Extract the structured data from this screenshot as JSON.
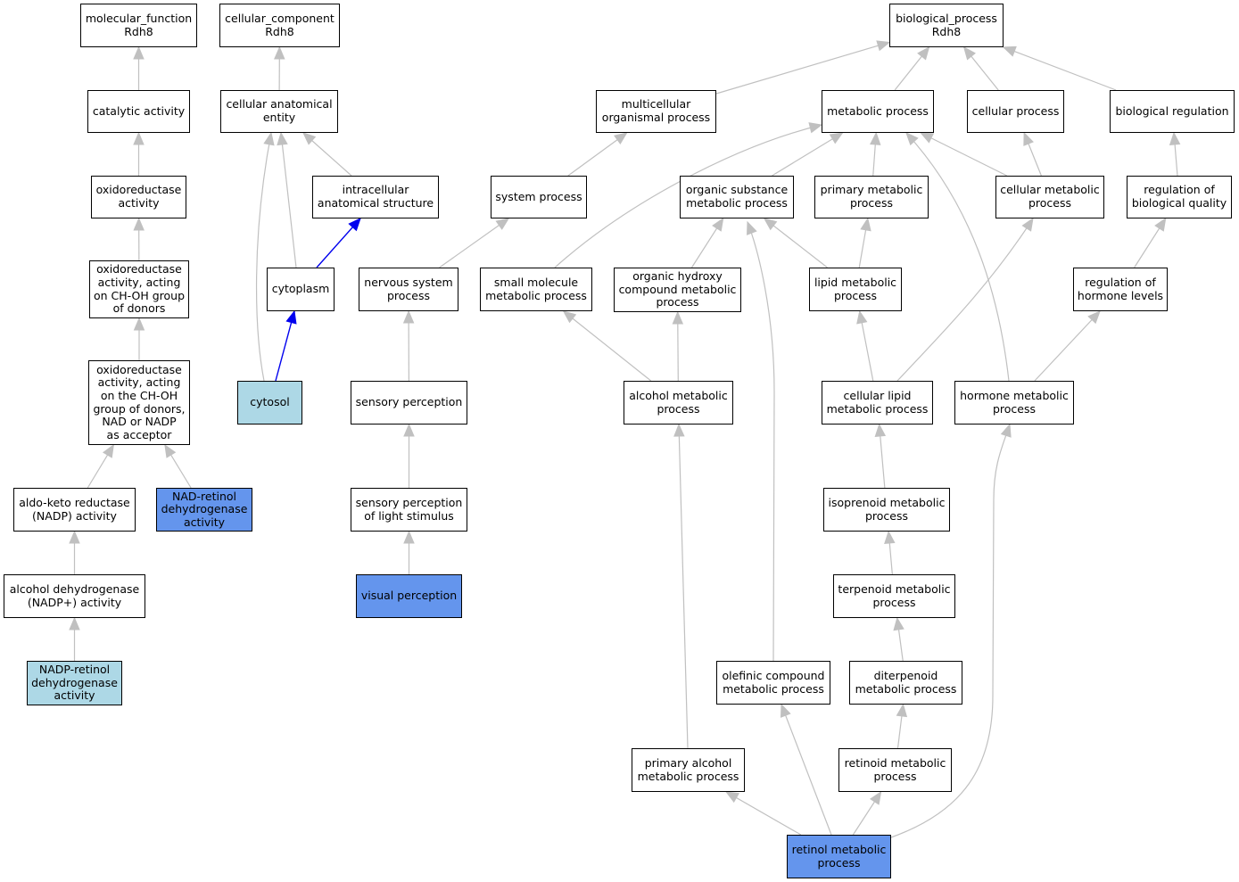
{
  "colors": {
    "edge": "#c0c0c0",
    "highlight_edge": "#0000ee",
    "node_fill": "#ffffff",
    "light_fill": "#add8e6",
    "dark_fill": "#6495ed"
  },
  "nodes": [
    {
      "id": "mf",
      "label": "molecular_function\nRdh8",
      "fill": "white"
    },
    {
      "id": "cc",
      "label": "cellular_component\nRdh8",
      "fill": "white"
    },
    {
      "id": "bp",
      "label": "biological_process\nRdh8",
      "fill": "white"
    },
    {
      "id": "catalytic",
      "label": "catalytic activity",
      "fill": "white"
    },
    {
      "id": "cae",
      "label": "cellular anatomical\nentity",
      "fill": "white"
    },
    {
      "id": "multi",
      "label": "multicellular\norganismal process",
      "fill": "white"
    },
    {
      "id": "metab",
      "label": "metabolic process",
      "fill": "white"
    },
    {
      "id": "cellproc",
      "label": "cellular process",
      "fill": "white"
    },
    {
      "id": "bioreg",
      "label": "biological regulation",
      "fill": "white"
    },
    {
      "id": "oxred",
      "label": "oxidoreductase\nactivity",
      "fill": "white"
    },
    {
      "id": "ias",
      "label": "intracellular\nanatomical structure",
      "fill": "white"
    },
    {
      "id": "sysproc",
      "label": "system process",
      "fill": "white"
    },
    {
      "id": "orgsub",
      "label": "organic substance\nmetabolic process",
      "fill": "white"
    },
    {
      "id": "primmet",
      "label": "primary metabolic\nprocess",
      "fill": "white"
    },
    {
      "id": "cellmet",
      "label": "cellular metabolic\nprocess",
      "fill": "white"
    },
    {
      "id": "regqual",
      "label": "regulation of\nbiological quality",
      "fill": "white"
    },
    {
      "id": "oxchoh",
      "label": "oxidoreductase\nactivity, acting\non CH-OH group\nof donors",
      "fill": "white"
    },
    {
      "id": "cytoplasm",
      "label": "cytoplasm",
      "fill": "white"
    },
    {
      "id": "nervous",
      "label": "nervous system\nprocess",
      "fill": "white"
    },
    {
      "id": "smallmol",
      "label": "small molecule\nmetabolic process",
      "fill": "white"
    },
    {
      "id": "orghyd",
      "label": "organic hydroxy\ncompound metabolic\nprocess",
      "fill": "white"
    },
    {
      "id": "lipid",
      "label": "lipid metabolic\nprocess",
      "fill": "white"
    },
    {
      "id": "reghorm",
      "label": "regulation of\nhormone levels",
      "fill": "white"
    },
    {
      "id": "oxnad",
      "label": "oxidoreductase\nactivity, acting\non the CH-OH\ngroup of donors,\nNAD or NADP\nas acceptor",
      "fill": "white"
    },
    {
      "id": "cytosol",
      "label": "cytosol",
      "fill": "light"
    },
    {
      "id": "sensory",
      "label": "sensory perception",
      "fill": "white"
    },
    {
      "id": "alcohol",
      "label": "alcohol metabolic\nprocess",
      "fill": "white"
    },
    {
      "id": "celllipid",
      "label": "cellular lipid\nmetabolic process",
      "fill": "white"
    },
    {
      "id": "hormone",
      "label": "hormone metabolic\nprocess",
      "fill": "white"
    },
    {
      "id": "aldoketo",
      "label": "aldo-keto reductase\n(NADP) activity",
      "fill": "white"
    },
    {
      "id": "nadretinol",
      "label": "NAD-retinol\ndehydrogenase\nactivity",
      "fill": "dark"
    },
    {
      "id": "senslight",
      "label": "sensory perception\nof light stimulus",
      "fill": "white"
    },
    {
      "id": "isopren",
      "label": "isoprenoid metabolic\nprocess",
      "fill": "white"
    },
    {
      "id": "alcdh",
      "label": "alcohol dehydrogenase\n(NADP+) activity",
      "fill": "white"
    },
    {
      "id": "visual",
      "label": "visual perception",
      "fill": "dark"
    },
    {
      "id": "terpen",
      "label": "terpenoid metabolic\nprocess",
      "fill": "white"
    },
    {
      "id": "nadpretinol",
      "label": "NADP-retinol\ndehydrogenase\nactivity",
      "fill": "light"
    },
    {
      "id": "olefin",
      "label": "olefinic compound\nmetabolic process",
      "fill": "white"
    },
    {
      "id": "diterp",
      "label": "diterpenoid\nmetabolic process",
      "fill": "white"
    },
    {
      "id": "primalc",
      "label": "primary alcohol\nmetabolic process",
      "fill": "white"
    },
    {
      "id": "retinoid",
      "label": "retinoid metabolic\nprocess",
      "fill": "white"
    },
    {
      "id": "retinol",
      "label": "retinol metabolic\nprocess",
      "fill": "dark"
    }
  ],
  "edges": [
    {
      "from": "catalytic",
      "to": "mf"
    },
    {
      "from": "oxred",
      "to": "catalytic"
    },
    {
      "from": "oxchoh",
      "to": "oxred"
    },
    {
      "from": "oxnad",
      "to": "oxchoh"
    },
    {
      "from": "aldoketo",
      "to": "oxnad"
    },
    {
      "from": "nadretinol",
      "to": "oxnad"
    },
    {
      "from": "alcdh",
      "to": "aldoketo"
    },
    {
      "from": "nadpretinol",
      "to": "alcdh"
    },
    {
      "from": "cae",
      "to": "cc"
    },
    {
      "from": "ias",
      "to": "cae"
    },
    {
      "from": "cytoplasm",
      "to": "cae"
    },
    {
      "from": "cytoplasm",
      "to": "ias",
      "highlight": true
    },
    {
      "from": "cytosol",
      "to": "cytoplasm",
      "highlight": true
    },
    {
      "from": "cytosol",
      "to": "cae"
    },
    {
      "from": "multi",
      "to": "bp"
    },
    {
      "from": "metab",
      "to": "bp"
    },
    {
      "from": "cellproc",
      "to": "bp"
    },
    {
      "from": "bioreg",
      "to": "bp"
    },
    {
      "from": "sysproc",
      "to": "multi"
    },
    {
      "from": "nervous",
      "to": "sysproc"
    },
    {
      "from": "sensory",
      "to": "nervous"
    },
    {
      "from": "senslight",
      "to": "sensory"
    },
    {
      "from": "visual",
      "to": "senslight"
    },
    {
      "from": "orgsub",
      "to": "metab"
    },
    {
      "from": "primmet",
      "to": "metab"
    },
    {
      "from": "cellmet",
      "to": "metab"
    },
    {
      "from": "cellmet",
      "to": "cellproc"
    },
    {
      "from": "smallmol",
      "to": "metab"
    },
    {
      "from": "hormone",
      "to": "metab"
    },
    {
      "from": "regqual",
      "to": "bioreg"
    },
    {
      "from": "reghorm",
      "to": "regqual"
    },
    {
      "from": "hormone",
      "to": "reghorm"
    },
    {
      "from": "orghyd",
      "to": "orgsub"
    },
    {
      "from": "lipid",
      "to": "orgsub"
    },
    {
      "from": "lipid",
      "to": "primmet"
    },
    {
      "from": "olefin",
      "to": "orgsub"
    },
    {
      "from": "alcohol",
      "to": "smallmol"
    },
    {
      "from": "alcohol",
      "to": "orghyd"
    },
    {
      "from": "celllipid",
      "to": "lipid"
    },
    {
      "from": "celllipid",
      "to": "cellmet"
    },
    {
      "from": "isopren",
      "to": "celllipid"
    },
    {
      "from": "terpen",
      "to": "isopren"
    },
    {
      "from": "diterp",
      "to": "terpen"
    },
    {
      "from": "retinoid",
      "to": "diterp"
    },
    {
      "from": "primalc",
      "to": "alcohol"
    },
    {
      "from": "retinol",
      "to": "primalc"
    },
    {
      "from": "retinol",
      "to": "olefin"
    },
    {
      "from": "retinol",
      "to": "retinoid"
    },
    {
      "from": "retinol",
      "to": "hormone"
    }
  ]
}
